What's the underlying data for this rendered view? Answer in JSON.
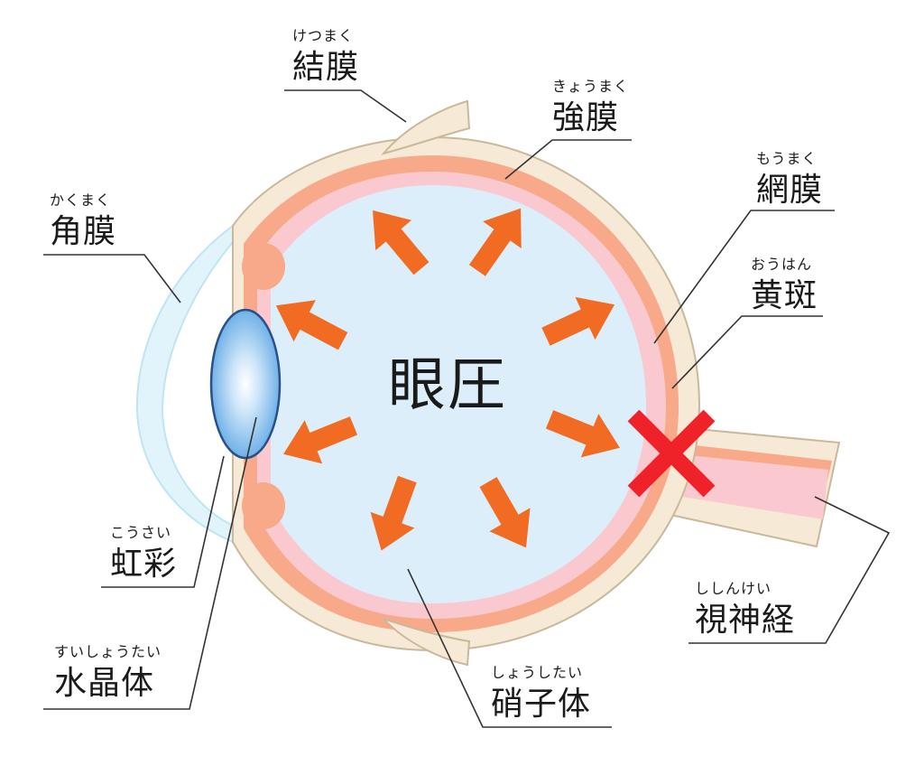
{
  "center": {
    "label": "眼圧"
  },
  "labels": {
    "ketsumaku": {
      "ruby": "けつまく",
      "text": "結膜"
    },
    "kyomaku": {
      "ruby": "きょうまく",
      "text": "強膜"
    },
    "kakumaku": {
      "ruby": "かくまく",
      "text": "角膜"
    },
    "moumaku": {
      "ruby": "もうまく",
      "text": "網膜"
    },
    "ouhan": {
      "ruby": "おうはん",
      "text": "黄斑"
    },
    "kousai": {
      "ruby": "こうさい",
      "text": "虹彩"
    },
    "suishoutai": {
      "ruby": "すいしょうたい",
      "text": "水晶体"
    },
    "shishinkei": {
      "ruby": "ししんけい",
      "text": "視神経"
    },
    "shoushitai": {
      "ruby": "しょうしたい",
      "text": "硝子体"
    }
  },
  "colors": {
    "sclera": "#f6ead6",
    "choroid": "#f7a98a",
    "retina": "#f9c9cf",
    "vitreous": "#dbeefa",
    "cornea": "#e2f4fb",
    "lens": "#5fa8e4",
    "arrow": "#f26b22",
    "cross": "#ee2228",
    "line": "#333333"
  }
}
